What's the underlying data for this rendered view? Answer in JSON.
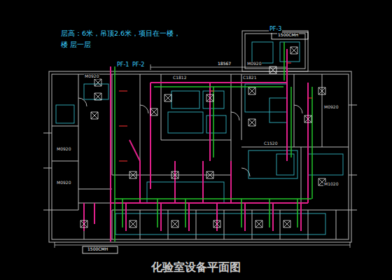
{
  "diagram": {
    "title": "化验室设备平面图",
    "labels": [
      "层高：6米，吊顶2.6米，项目在一楼，楼 层一层",
      "PF-1",
      "PF-2",
      "PF-3",
      "1500CMH",
      "1500CMH",
      "18567",
      "M0920",
      "M0920",
      "M0920",
      "M1020",
      "C1812",
      "C1821",
      "C1520",
      "M0920",
      "M0920"
    ]
  }
}
